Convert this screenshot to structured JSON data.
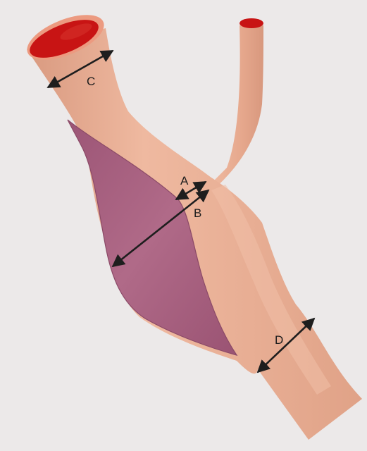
{
  "labels": {
    "a": "A",
    "b": "B",
    "c": "C",
    "d": "D"
  },
  "colors": {
    "background": "#ece9e9",
    "vessel": "#e8a98e",
    "vessel_shadow": "#d38e73",
    "vessel_highlight": "#f0bba2",
    "lumen": "#c81414",
    "plaque": "#a75c7c",
    "plaque_edge": "#8b4a67",
    "arrow": "#1e1e1e"
  }
}
